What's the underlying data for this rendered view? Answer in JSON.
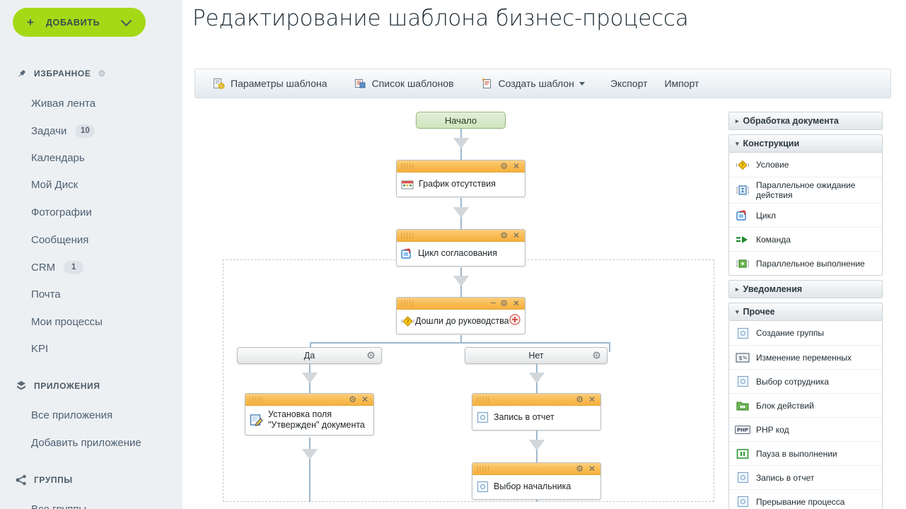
{
  "sidebar": {
    "add_button": {
      "label": "ДОБАВИТЬ",
      "plus": "+",
      "icon": "plus-icon",
      "chevron": "chevron-down-icon"
    },
    "sections": [
      {
        "title": "ИЗБРАННОЕ",
        "icon": "pin-icon",
        "gear": "gear-icon",
        "items": [
          {
            "label": "Живая лента",
            "badge": ""
          },
          {
            "label": "Задачи",
            "badge": "10"
          },
          {
            "label": "Календарь",
            "badge": ""
          },
          {
            "label": "Мой Диск",
            "badge": ""
          },
          {
            "label": "Фотографии",
            "badge": ""
          },
          {
            "label": "Сообщения",
            "badge": ""
          },
          {
            "label": "CRM",
            "badge": "1"
          },
          {
            "label": "Почта",
            "badge": ""
          },
          {
            "label": "Мои процессы",
            "badge": ""
          },
          {
            "label": "KPI",
            "badge": ""
          }
        ]
      },
      {
        "title": "ПРИЛОЖЕНИЯ",
        "icon": "apps-icon",
        "gear": "",
        "items": [
          {
            "label": "Все приложения",
            "badge": ""
          },
          {
            "label": "Добавить приложение",
            "badge": ""
          }
        ]
      },
      {
        "title": "ГРУППЫ",
        "icon": "share-icon",
        "gear": "",
        "items": [
          {
            "label": "Все группы",
            "badge": ""
          }
        ]
      }
    ]
  },
  "header": {
    "title": "Редактирование шаблона бизнес-процесса"
  },
  "toolbar": {
    "items": [
      {
        "label": "Параметры шаблона",
        "icon": "document-gear-icon",
        "caret": false
      },
      {
        "label": "Список шаблонов",
        "icon": "document-list-icon",
        "caret": false
      },
      {
        "label": "Создать шаблон",
        "icon": "document-new-icon",
        "caret": true
      },
      {
        "label": "Экспорт",
        "icon": "",
        "caret": false
      },
      {
        "label": "Импорт",
        "icon": "",
        "caret": false
      }
    ]
  },
  "diagram": {
    "start": {
      "label": "Начало"
    },
    "nodes": [
      {
        "id": "n1",
        "label": "График отсутствия",
        "icon": "calendar-icon",
        "minimize": false,
        "plus": false
      },
      {
        "id": "n2",
        "label": "Цикл согласования",
        "icon": "loop-icon",
        "minimize": false,
        "plus": false
      },
      {
        "id": "n3",
        "label": "Дошли до руководства",
        "icon": "condition-icon",
        "minimize": true,
        "plus": true
      },
      {
        "id": "n4",
        "label": "Установка поля \"Утвержден\" документа",
        "icon": "edit-field-icon",
        "minimize": false,
        "plus": false
      },
      {
        "id": "n5",
        "label": "Запись в отчет",
        "icon": "report-icon",
        "minimize": false,
        "plus": false
      },
      {
        "id": "n6",
        "label": "Выбор начальника",
        "icon": "select-icon",
        "minimize": false,
        "plus": false
      }
    ],
    "branches": [
      {
        "id": "b-yes",
        "label": "Да",
        "gear": "gear-icon"
      },
      {
        "id": "b-no",
        "label": "Нет",
        "gear": "gear-icon"
      }
    ],
    "node_controls": {
      "gear": "gear-icon",
      "close": "close-icon",
      "minimize": "minimize-icon",
      "add": "plus-circle-icon"
    }
  },
  "right_panel": {
    "sections": [
      {
        "title": "Обработка документа",
        "expanded": false,
        "marker": "▸",
        "items": []
      },
      {
        "title": "Конструкции",
        "expanded": true,
        "marker": "▾",
        "items": [
          {
            "label": "Условие",
            "icon": "condition-icon"
          },
          {
            "label": "Параллельное ожидание действия",
            "icon": "parallel-wait-icon"
          },
          {
            "label": "Цикл",
            "icon": "loop-icon"
          },
          {
            "label": "Команда",
            "icon": "command-icon"
          },
          {
            "label": "Параллельное выполнение",
            "icon": "parallel-exec-icon"
          }
        ]
      },
      {
        "title": "Уведомления",
        "expanded": false,
        "marker": "▸",
        "items": []
      },
      {
        "title": "Прочее",
        "expanded": true,
        "marker": "▾",
        "items": [
          {
            "label": "Создание группы",
            "icon": "select-icon"
          },
          {
            "label": "Изменение переменных",
            "icon": "variables-icon"
          },
          {
            "label": "Выбор сотрудника",
            "icon": "select-icon"
          },
          {
            "label": "Блок действий",
            "icon": "action-block-icon"
          },
          {
            "label": "PHP код",
            "icon": "php-icon"
          },
          {
            "label": "Пауза в выполнении",
            "icon": "pause-icon"
          },
          {
            "label": "Запись в отчет",
            "icon": "select-icon"
          },
          {
            "label": "Прерывание процесса",
            "icon": "select-icon"
          }
        ]
      }
    ]
  },
  "colors": {
    "accent_green": "#a4d916",
    "sidebar_bg": "#edf0f2",
    "node_header": "#f9bd56",
    "start_node": "#cfe5bd",
    "connector": "#9fb8cc"
  }
}
